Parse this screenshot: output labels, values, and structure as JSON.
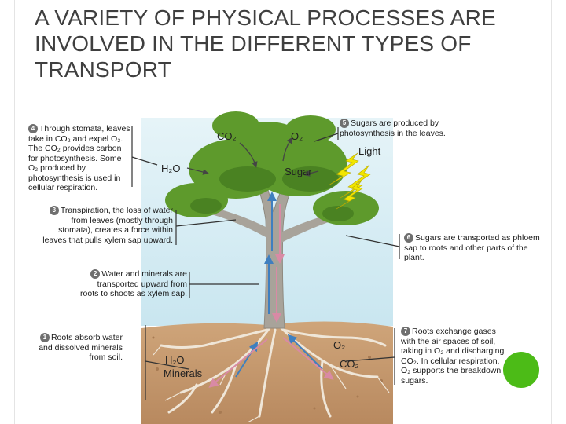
{
  "title": "A VARIETY OF PHYSICAL PROCESSES ARE INVOLVED IN THE DIFFERENT TYPES OF TRANSPORT",
  "steps": [
    {
      "num": "1",
      "text": "Roots absorb water and dissolved minerals from soil."
    },
    {
      "num": "2",
      "text": "Water and minerals are transported upward from roots to shoots as xylem sap."
    },
    {
      "num": "3",
      "text": "Transpiration, the loss of water from leaves (mostly through stomata), creates a force within leaves that pulls xylem sap upward."
    },
    {
      "num": "4",
      "text": "Through stomata, leaves take in CO₂ and expel O₂. The CO₂ provides carbon for photosynthesis. Some O₂ produced by photosynthesis is used in cellular respiration."
    },
    {
      "num": "5",
      "text": "Sugars are produced by photosynthesis in the leaves."
    },
    {
      "num": "6",
      "text": "Sugars are transported as phloem sap to roots and other parts of the plant."
    },
    {
      "num": "7",
      "text": "Roots exchange gases with the air spaces of soil, taking in O₂ and discharging CO₂. In cellular respiration, O₂ supports the breakdown of sugars."
    }
  ],
  "labels": {
    "co2_top": "CO₂",
    "o2_top": "O₂",
    "h2o_top": "H₂O",
    "light": "Light",
    "sugar": "Sugar",
    "h2o_bottom": "H₂O",
    "minerals": "Minerals",
    "o2_bottom": "O₂",
    "co2_bottom": "CO₂"
  },
  "colors": {
    "sky": "#d6eef6",
    "soil": "#c79c72",
    "foliage": "#5e9a2c",
    "trunk": "#a8a39a",
    "arrow_up": "#3f7fbf",
    "arrow_down": "#d9a2b5",
    "lightning": "#f2e600",
    "accent_circle": "#4cbb17"
  }
}
